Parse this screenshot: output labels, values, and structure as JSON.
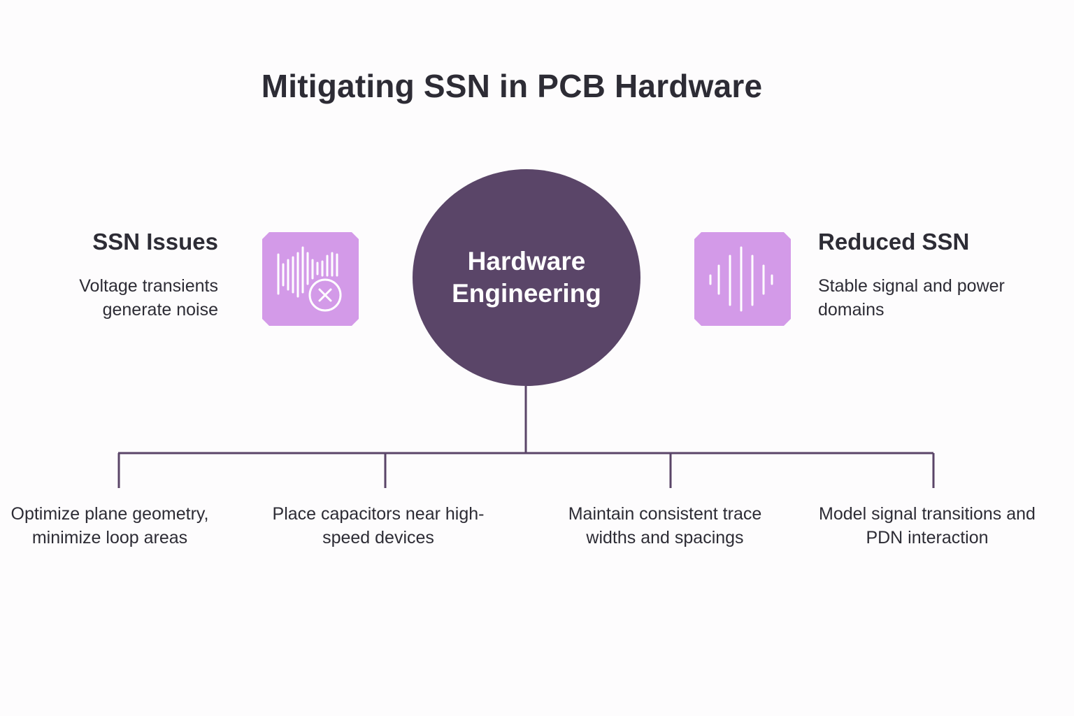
{
  "title": "Mitigating SSN in PCB Hardware",
  "hub": {
    "line1": "Hardware",
    "line2": "Engineering"
  },
  "left": {
    "title": "SSN Issues",
    "description": "Voltage transients generate noise",
    "icon": "noisy-waveform-cross-icon"
  },
  "right": {
    "title": "Reduced SSN",
    "description": "Stable signal and power domains",
    "icon": "clean-waveform-icon"
  },
  "branches": [
    {
      "label": "Optimize plane geometry, minimize loop areas"
    },
    {
      "label": "Place capacitors near high-speed devices"
    },
    {
      "label": "Maintain consistent trace widths and spacings"
    },
    {
      "label": "Model signal transitions and PDN interaction"
    }
  ],
  "colors": {
    "hub": "#5a4568",
    "connector": "#5a4568",
    "icon_tile": "#d39ae8",
    "text": "#2d2c35"
  }
}
